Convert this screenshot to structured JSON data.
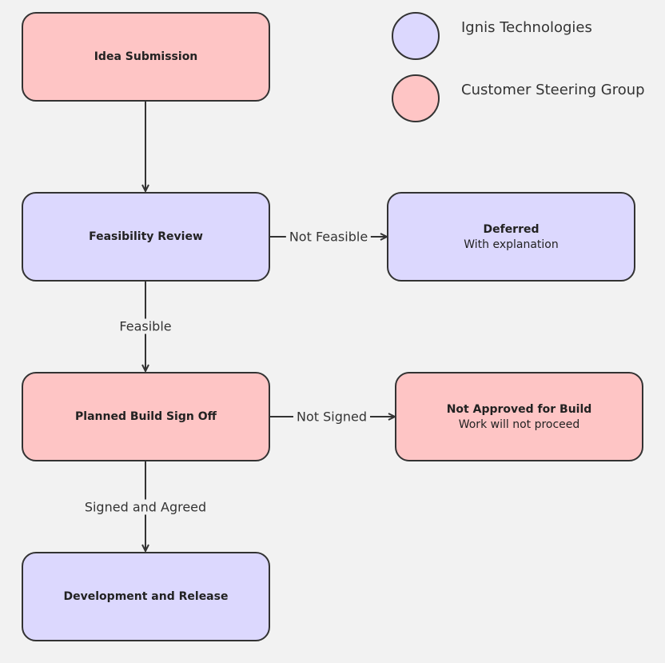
{
  "colors": {
    "ignis": "#dcd8fe",
    "customer": "#fec5c5",
    "stroke": "#333333"
  },
  "legend": [
    {
      "label": "Ignis Technologies",
      "color": "#dcd8fe"
    },
    {
      "label": "Customer Steering Group",
      "color": "#fec5c5"
    }
  ],
  "nodes": {
    "idea_submission": {
      "title": "Idea Submission",
      "owner": "Customer Steering Group"
    },
    "feasibility_review": {
      "title": "Feasibility Review",
      "owner": "Ignis Technologies"
    },
    "deferred": {
      "title": "Deferred",
      "subtitle": "With explanation",
      "owner": "Ignis Technologies"
    },
    "planned_build_sign_off": {
      "title": "Planned Build Sign Off",
      "owner": "Customer Steering Group"
    },
    "not_approved": {
      "title": "Not Approved for Build",
      "subtitle": "Work will not proceed",
      "owner": "Customer Steering Group"
    },
    "development_release": {
      "title": "Development and Release",
      "owner": "Ignis Technologies"
    }
  },
  "edges": {
    "idea_to_feasibility": {
      "label": ""
    },
    "feasibility_to_deferred": {
      "label": "Not Feasible"
    },
    "feasibility_to_signoff": {
      "label": "Feasible"
    },
    "signoff_to_not_approved": {
      "label": "Not Signed"
    },
    "signoff_to_development": {
      "label": "Signed and Agreed"
    }
  }
}
